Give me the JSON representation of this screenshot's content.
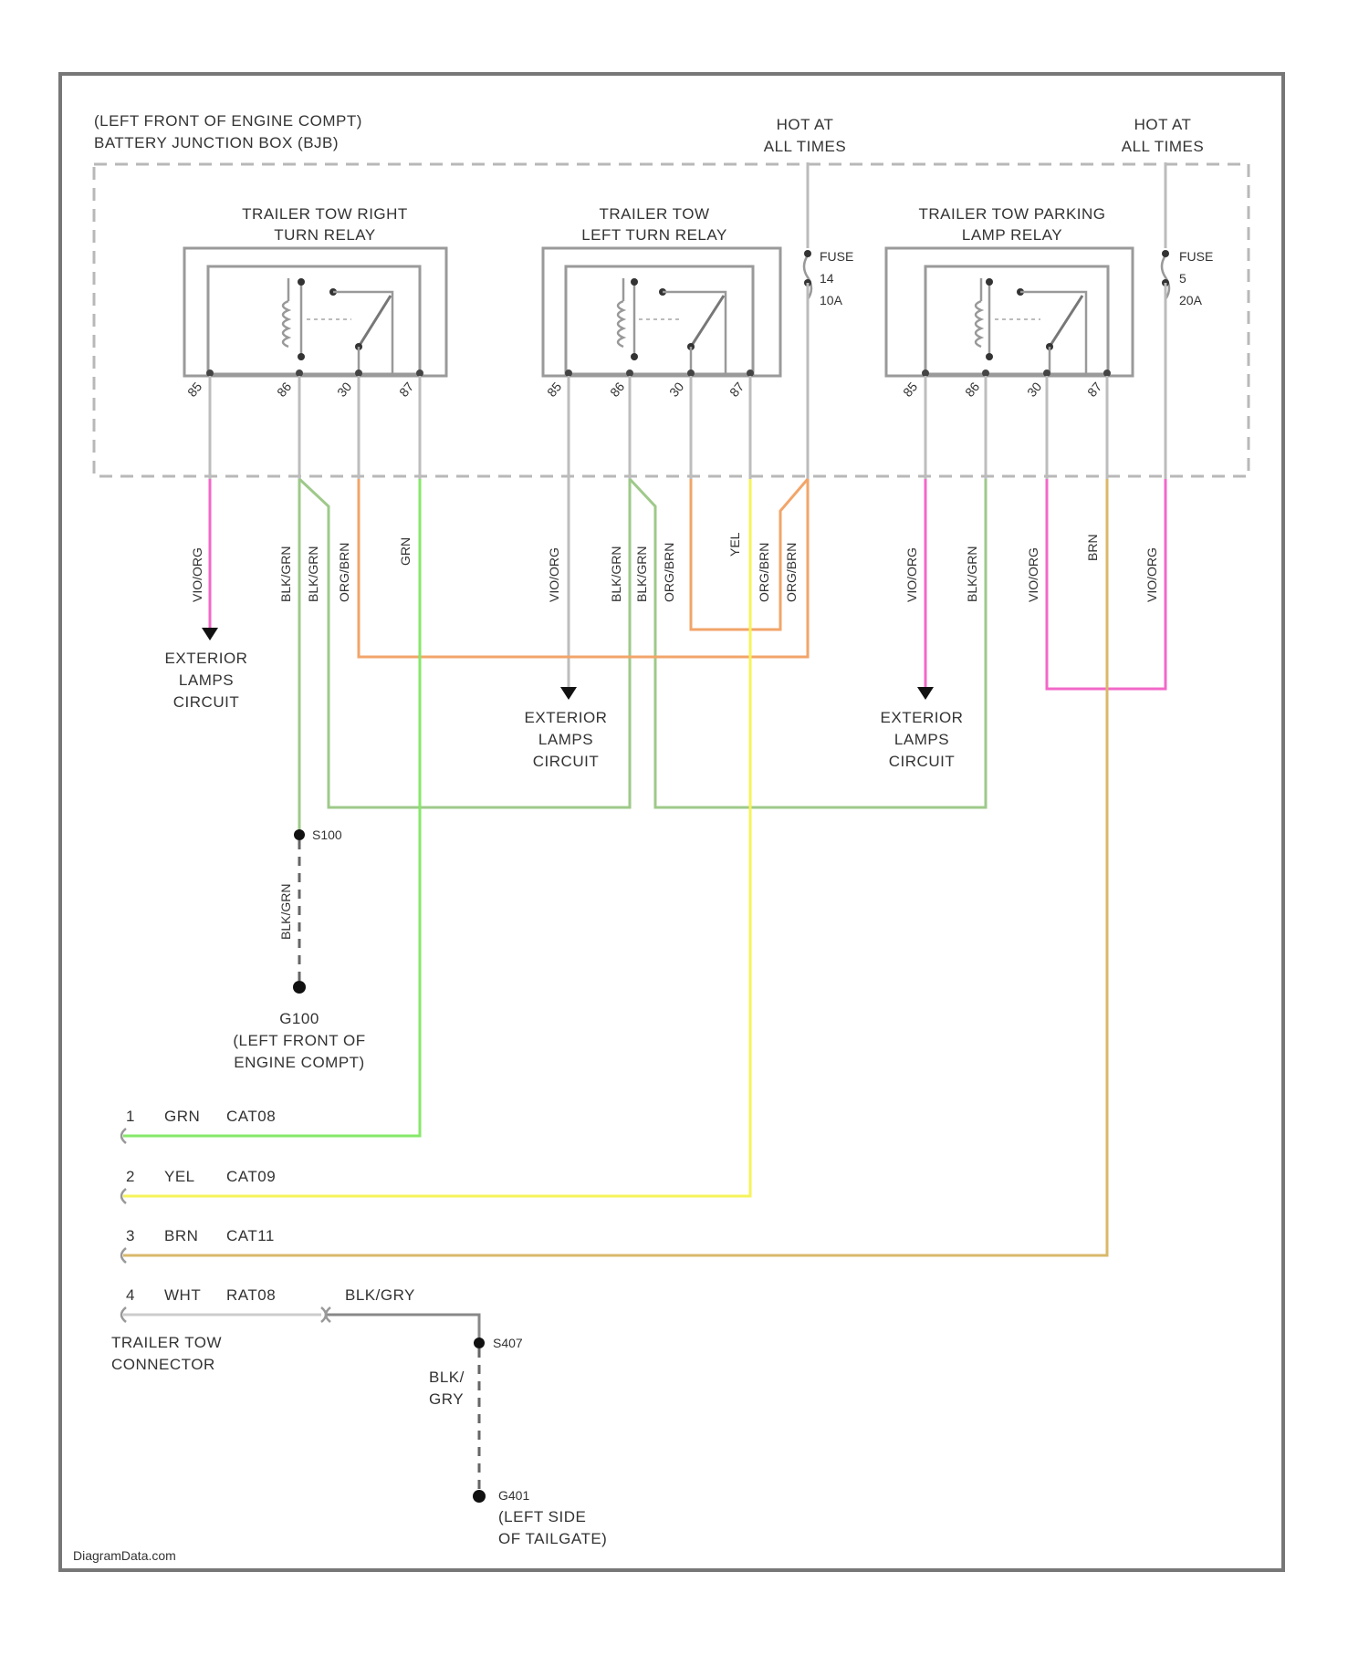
{
  "junction_box": {
    "title_line1": "(LEFT FRONT OF ENGINE COMPT)",
    "title_line2": "BATTERY JUNCTION BOX (BJB)"
  },
  "hot_labels": [
    {
      "line1": "HOT AT",
      "line2": "ALL TIMES"
    },
    {
      "line1": "HOT AT",
      "line2": "ALL TIMES"
    }
  ],
  "relays": [
    {
      "name_line1": "TRAILER TOW RIGHT",
      "name_line2": "TURN RELAY",
      "pins": [
        "85",
        "86",
        "30",
        "87"
      ]
    },
    {
      "name_line1": "TRAILER TOW",
      "name_line2": "LEFT TURN RELAY",
      "pins": [
        "85",
        "86",
        "30",
        "87"
      ]
    },
    {
      "name_line1": "TRAILER TOW PARKING",
      "name_line2": "LAMP RELAY",
      "pins": [
        "85",
        "86",
        "30",
        "87"
      ]
    }
  ],
  "fuses": [
    {
      "line1": "FUSE",
      "line2": "14",
      "line3": "10A"
    },
    {
      "line1": "FUSE",
      "line2": "5",
      "line3": "20A"
    }
  ],
  "wire_colors": {
    "violet_org": "VIO/ORG",
    "blk_grn": "BLK/GRN",
    "org_brn": "ORG/BRN",
    "grn": "GRN",
    "yel": "YEL",
    "brn": "BRN"
  },
  "exterior_lamps": {
    "line1": "EXTERIOR",
    "line2": "LAMPS",
    "line3": "CIRCUIT"
  },
  "splice": {
    "id": "S100"
  },
  "ground_front": {
    "id": "G100",
    "line1": "(LEFT FRONT OF",
    "line2": "ENGINE COMPT)"
  },
  "connector_rows": [
    {
      "pin": "1",
      "color": "GRN",
      "circuit": "CAT08"
    },
    {
      "pin": "2",
      "color": "YEL",
      "circuit": "CAT09"
    },
    {
      "pin": "3",
      "color": "BRN",
      "circuit": "CAT11"
    },
    {
      "pin": "4",
      "color": "WHT",
      "circuit": "RAT08"
    }
  ],
  "connector_wire": "BLK/GRY",
  "connector_name": {
    "line1": "TRAILER TOW",
    "line2": "CONNECTOR"
  },
  "splice_rear": {
    "id": "S407"
  },
  "rear_wire": {
    "line1": "BLK/",
    "line2": "GRY"
  },
  "ground_rear": {
    "id": "G401",
    "line1": "(LEFT SIDE",
    "line2": "OF TAILGATE)"
  },
  "footer": "DiagramData.com",
  "colors": {
    "green": "#9ec98a",
    "light_green": "#86e86a",
    "yellow": "#f6f35a",
    "orange": "#f2a56a",
    "pink": "#f268c8",
    "tan": "#d9b86a",
    "gray": "#bdbdbd"
  }
}
